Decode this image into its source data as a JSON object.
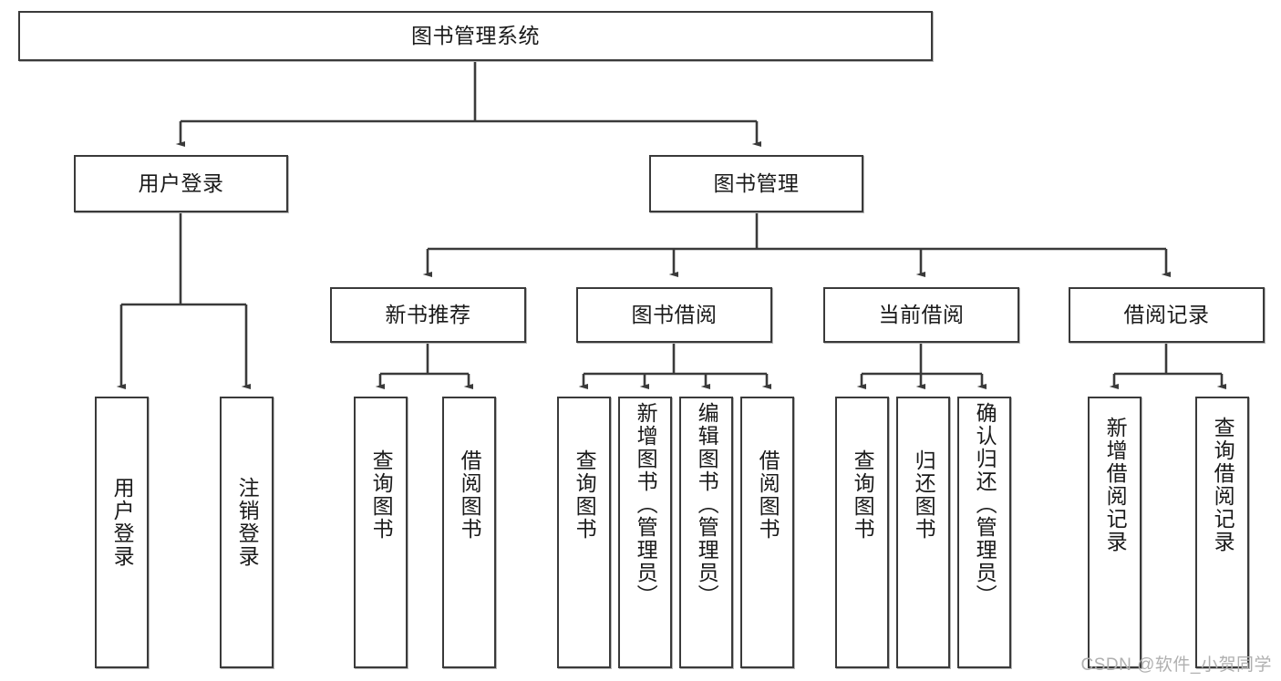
{
  "diagram": {
    "title": "图书管理系统",
    "type": "tree-hierarchy-chart",
    "watermark": "CSDN @软件_小贺同学",
    "colors": {
      "border": "#3a3a3a",
      "fill": "#ffffff",
      "line": "#3a3a3a",
      "text": "#1a1a1a",
      "watermark": "#b0b0b0"
    },
    "nodes": {
      "root": {
        "label": "图书管理系统"
      },
      "level2": [
        {
          "id": "user-login",
          "label": "用户登录"
        },
        {
          "id": "book-manage",
          "label": "图书管理"
        }
      ],
      "level3": [
        {
          "id": "new-book-recommend",
          "label": "新书推荐"
        },
        {
          "id": "book-borrow",
          "label": "图书借阅"
        },
        {
          "id": "current-borrow",
          "label": "当前借阅"
        },
        {
          "id": "borrow-record",
          "label": "借阅记录"
        }
      ],
      "leaves": {
        "user_login": [
          {
            "id": "leaf-user-login",
            "label": "用户登录"
          },
          {
            "id": "leaf-logout-login",
            "label": "注销登录"
          }
        ],
        "new_book_recommend": [
          {
            "id": "leaf-query-book-1",
            "label": "查询图书"
          },
          {
            "id": "leaf-borrow-book-1",
            "label": "借阅图书"
          }
        ],
        "book_borrow": [
          {
            "id": "leaf-query-book-2",
            "label": "查询图书"
          },
          {
            "id": "leaf-add-book",
            "label": "新增图书（管理员）"
          },
          {
            "id": "leaf-edit-book",
            "label": "编辑图书（管理员）"
          },
          {
            "id": "leaf-borrow-book-2",
            "label": "借阅图书"
          }
        ],
        "current_borrow": [
          {
            "id": "leaf-query-book-3",
            "label": "查询图书"
          },
          {
            "id": "leaf-return-book",
            "label": "归还图书"
          },
          {
            "id": "leaf-confirm-return",
            "label": "确认归还（管理员）"
          }
        ],
        "borrow_record": [
          {
            "id": "leaf-add-borrow-record",
            "label": "新增借阅记录"
          },
          {
            "id": "leaf-query-borrow-record",
            "label": "查询借阅记录"
          }
        ]
      }
    }
  }
}
